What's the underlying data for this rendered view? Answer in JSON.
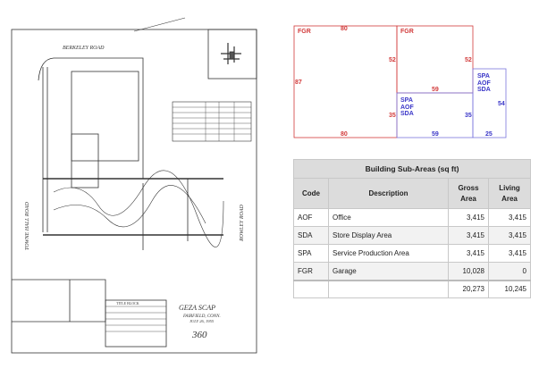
{
  "site_plan": {
    "road_top": "BERKELEY ROAD",
    "road_left": "TOWNE HALL ROAD",
    "road_right": "ROWLEY ROAD",
    "title_block": "TITLE BLOCK",
    "owner": "GEZA SCAP",
    "location": "FAIRFIELD, CONN.",
    "date": "JULY 26, 1955",
    "sheet_number": "360"
  },
  "sketch": {
    "colors": {
      "garage": "#d23a3a",
      "commercial": "#3a36c8"
    },
    "labels": {
      "fgr1": "FGR",
      "fgr2": "FGR",
      "spa1": "SPA",
      "aof1": "AOF",
      "sda1": "SDA",
      "spa2": "SPA",
      "aof2": "AOF",
      "sda2": "SDA"
    },
    "dimensions": {
      "top1": "80",
      "top2": "52",
      "left": "87",
      "right1": "52",
      "inner59": "59",
      "right2": "52",
      "mid35a": "35",
      "mid35b": "35",
      "right54": "54",
      "bottom80": "80",
      "bottom59": "59",
      "bottom25": "25"
    }
  },
  "table": {
    "title": "Building Sub-Areas (sq ft)",
    "headers": {
      "code": "Code",
      "description": "Description",
      "gross1": "Gross",
      "gross2": "Area",
      "living1": "Living",
      "living2": "Area"
    },
    "rows": [
      {
        "code": "AOF",
        "description": "Office",
        "gross": "3,415",
        "living": "3,415"
      },
      {
        "code": "SDA",
        "description": "Store Display Area",
        "gross": "3,415",
        "living": "3,415"
      },
      {
        "code": "SPA",
        "description": "Service Production Area",
        "gross": "3,415",
        "living": "3,415"
      },
      {
        "code": "FGR",
        "description": "Garage",
        "gross": "10,028",
        "living": "0"
      }
    ],
    "totals": {
      "gross": "20,273",
      "living": "10,245"
    }
  }
}
